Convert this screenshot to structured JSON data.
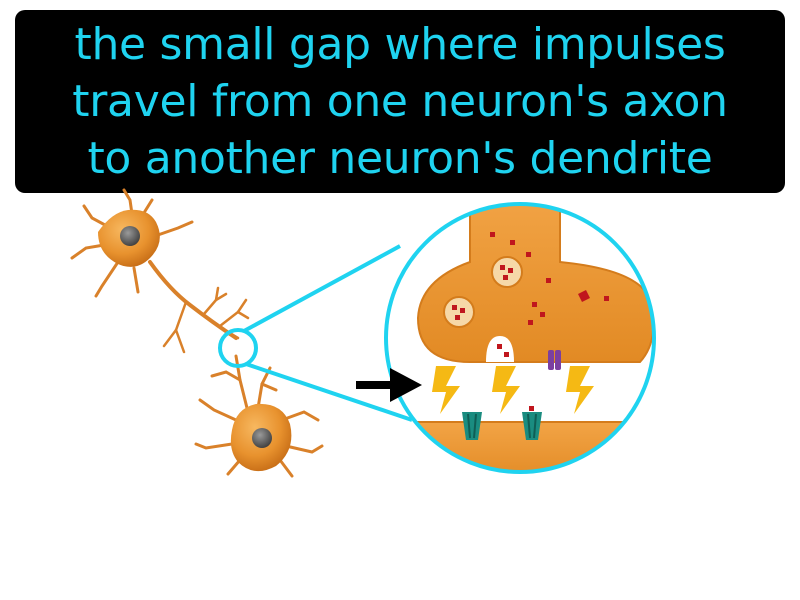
{
  "definition": {
    "lines": [
      "the small gap where impulses",
      "travel from one neuron's axon",
      "to another neuron's dendrite"
    ]
  },
  "colors": {
    "caption_background": "#000000",
    "caption_text": "#1fd3f0",
    "highlight_ring": "#1fd3f0",
    "neuron_body": "#e8922e",
    "neuron_shade": "#c46a14",
    "neurotransmitter": "#c0161d",
    "impulse_bolt": "#f5b914",
    "receptor_teal": "#1a8c80",
    "receptor_purple": "#7b3fa0",
    "arrow": "#000000"
  },
  "icons": {
    "pointer": "right-arrow-icon",
    "impulse": "lightning-bolt-icon"
  }
}
